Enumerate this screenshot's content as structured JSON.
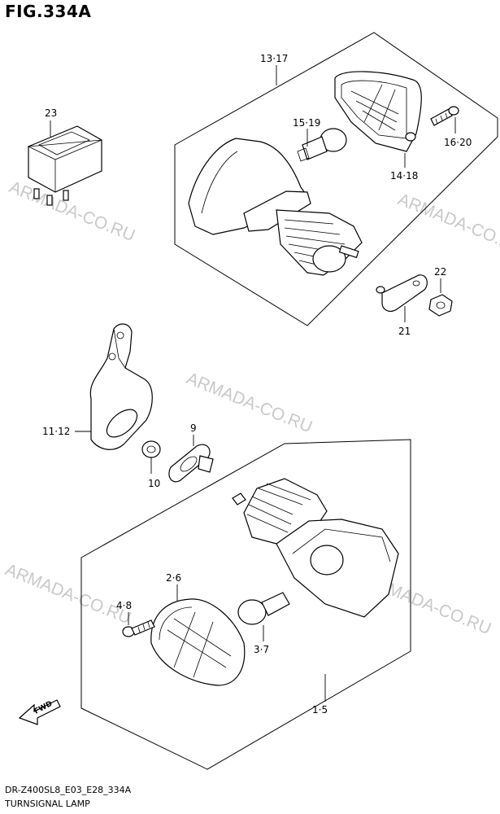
{
  "figure": {
    "title": "FIG.334A"
  },
  "footer": {
    "model_code": "DR-Z400SL8_E03_E28_334A",
    "section_name": "TURNSIGNAL LAMP"
  },
  "watermarks": [
    "ARMADA-CO.RU",
    "ARMADA-CO.RU",
    "ARMADA-CO.RU",
    "ARMADA-CO.RU",
    "ARMADA-CO.RU"
  ],
  "direction_arrow": {
    "label": "FWD"
  },
  "callouts": {
    "front_lamp_assy": "13·17",
    "bulb_front": "15·19",
    "screw_front": "16·20",
    "lens_front": "14·18",
    "relay": "23",
    "nut": "22",
    "bracket_plate": "21",
    "bracket": "11·12",
    "cushion": "9",
    "washer": "10",
    "lens_rear": "2·6",
    "screw_rear": "4·8",
    "bulb_rear": "3·7",
    "rear_lamp_assy": "1·5"
  }
}
